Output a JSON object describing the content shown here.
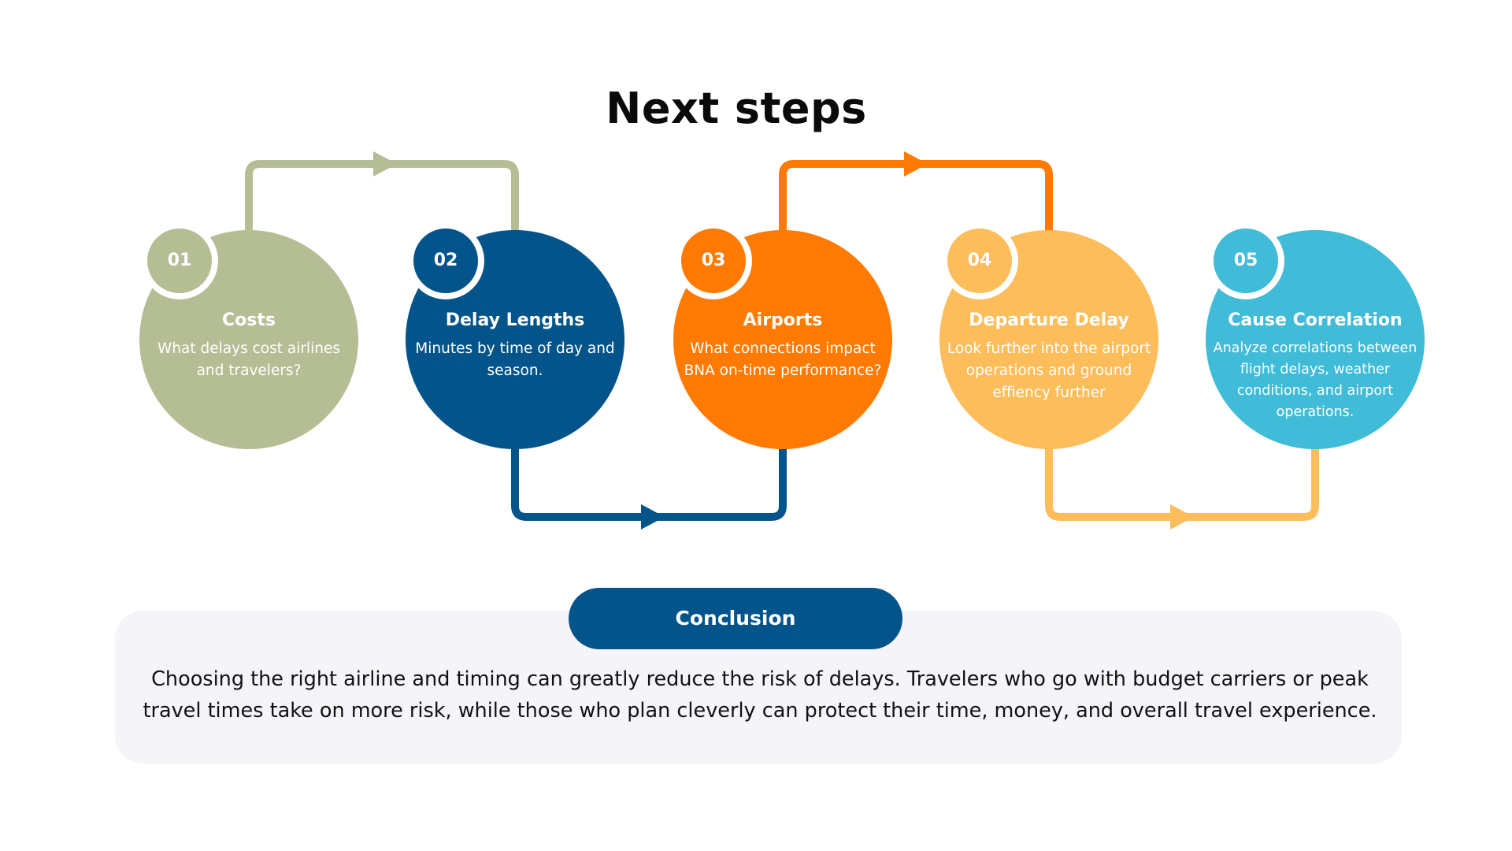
{
  "title": "Next steps",
  "colors": {
    "sage": "#b5bd94",
    "navy": "#02548a",
    "orange": "#fe7a03",
    "amber": "#fdbd5a",
    "sky": "#40bbd8"
  },
  "steps": [
    {
      "number": "01",
      "title": "Costs",
      "description": "What delays cost airlines and travelers?",
      "color": "#b5bd94"
    },
    {
      "number": "02",
      "title": "Delay Lengths",
      "description": "Minutes by time of day and season.",
      "color": "#02548a"
    },
    {
      "number": "03",
      "title": "Airports",
      "description": "What connections impact BNA on-time performance?",
      "color": "#fe7a03"
    },
    {
      "number": "04",
      "title": "Departure Delay",
      "description": "Look further into the airport operations and ground effiency further",
      "color": "#fdbd5a"
    },
    {
      "number": "05",
      "title": "Cause Correlation",
      "description": "Analyze correlations between flight delays, weather conditions, and airport operations.",
      "color": "#40bbd8"
    }
  ],
  "conclusion": {
    "heading": "Conclusion",
    "body": "Choosing the right airline and timing can greatly reduce the risk of delays. Travelers who go with budget carriers or peak travel times take on more risk, while those who plan cleverly can protect their time, money, and overall travel experience."
  }
}
